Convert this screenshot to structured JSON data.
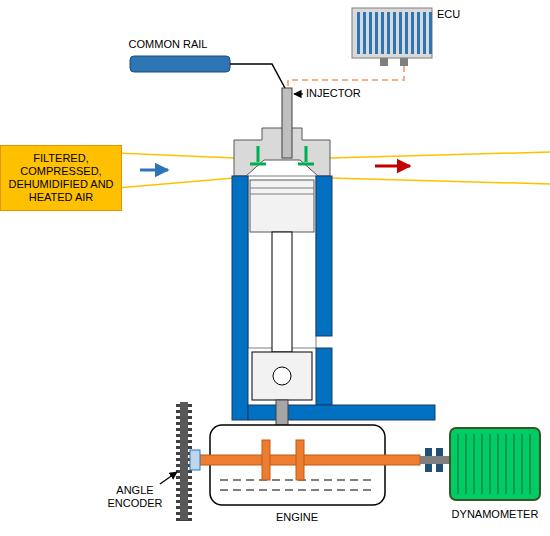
{
  "diagram": {
    "nodes": [
      {
        "text": [
          "ECU"
        ]
      },
      {
        "text": [
          "COMMON RAIL"
        ]
      },
      {
        "text": [
          "FILTERED, COMPRESSED, DEHUMIDIFIED AND HEATED AIR"
        ]
      },
      {
        "text": [
          "ENGINE"
        ]
      },
      {
        "text": [
          "DYNAMOMETER"
        ]
      }
    ],
    "labels": [
      "INJECTOR",
      "ANGLE ENCODER"
    ]
  }
}
